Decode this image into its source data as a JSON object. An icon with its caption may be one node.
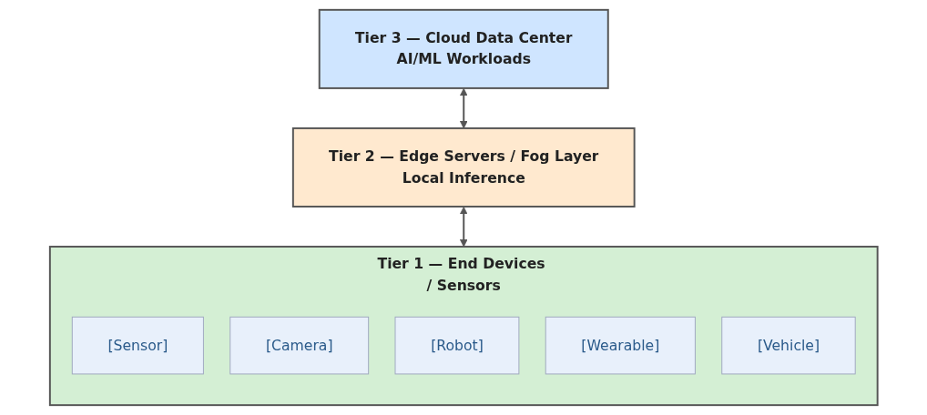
{
  "diagram": {
    "nodes": [
      {
        "text": [
          "Tier 3 — Cloud Data Center",
          "AI/ML Workloads"
        ]
      },
      {
        "text": [
          "Tier 2 — Edge Servers / Fog Layer",
          "Local Inference"
        ]
      },
      {
        "text": [
          "Tier 1 — End Devices / Sensors"
        ]
      },
      {
        "text": [
          "[Sensor]"
        ],
        "in": 2
      },
      {
        "text": [
          "[Camera]"
        ],
        "in": 2
      },
      {
        "text": [
          "[Robot]"
        ],
        "in": 2
      },
      {
        "text": [
          "[Wearable]"
        ],
        "in": 2
      },
      {
        "text": [
          "[Vehicle]"
        ],
        "in": 2
      }
    ],
    "edges": [
      {
        "from": 0,
        "to": 1,
        "arrow": "both"
      },
      {
        "from": 1,
        "to": 2,
        "arrow": "both"
      }
    ]
  }
}
